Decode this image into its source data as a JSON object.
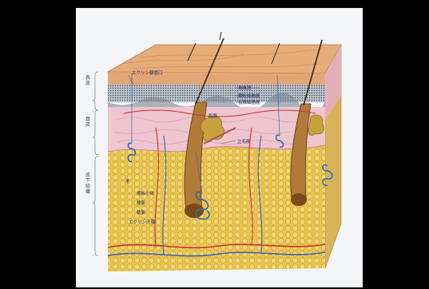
{
  "layers": {
    "epidermis": "表皮",
    "dermis": "真皮",
    "subcutis": "皮下組織"
  },
  "labels": {
    "eccrine_duct": "エクリン腺管口",
    "stratum_corneum": "角質層",
    "stratum_granulosum": "顆粒細胞層",
    "stratum_spinosum": "有棘細胞層",
    "sebaceous_gland": "脂腺",
    "arrector_pili": "立毛筋",
    "hair": "毛",
    "pacinian": "層板小体",
    "vein": "静脈",
    "artery": "動脈",
    "eccrine_gland": "エクリン汗腺"
  },
  "colors": {
    "epidermis_top": "#e8b27a",
    "dermis": "#efc8cf",
    "fat": "#e8c04a",
    "hair": "#6b3e12",
    "gland": "#3a7fc1",
    "artery": "#c8322c",
    "vein": "#3b5fb0"
  }
}
